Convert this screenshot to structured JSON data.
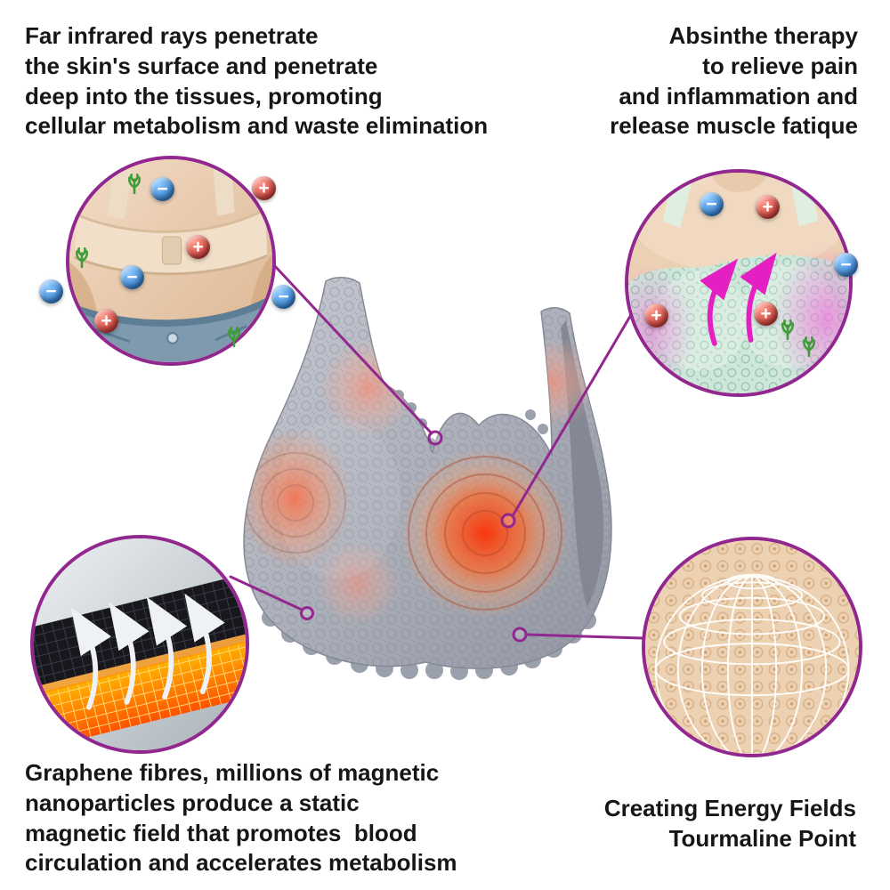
{
  "annotations": {
    "top_left": {
      "lines": [
        "Far infrared rays penetrate",
        "the skin's surface and penetrate",
        "deep into the tissues, promoting",
        "cellular metabolism and waste elimination"
      ]
    },
    "top_right": {
      "lines": [
        "Absinthe therapy",
        "to relieve pain",
        "and inflammation and",
        "release muscle fatique"
      ]
    },
    "bottom_left": {
      "lines": [
        "Graphene fibres, millions of magnetic",
        "nanoparticles produce a static",
        "magnetic field that promotes  blood",
        "circulation and accelerates metabolism"
      ]
    },
    "bottom_right": {
      "lines": [
        "Creating Energy Fields",
        "Tourmaline Point"
      ]
    }
  },
  "symbols": {
    "plus": "+",
    "minus": "−"
  },
  "colors": {
    "accent_purple": "#92278f",
    "text": "#161616",
    "heat_orange": "#ff5722",
    "positive_ion_red": "#c62828",
    "negative_ion_blue": "#1565c0",
    "herb_green": "#3e9d36",
    "bra_gray": "#a9adb8",
    "arrow_pink": "#e520c2"
  },
  "icons": {
    "positive_ion": "red sphere with plus",
    "negative_ion": "blue sphere with minus",
    "herb_sprig": "green fern sprig",
    "energy_arrow": "curved up arrow",
    "energy_dome": "white wireframe dome",
    "graphene_mesh": "dark mesh over glowing mesh"
  }
}
